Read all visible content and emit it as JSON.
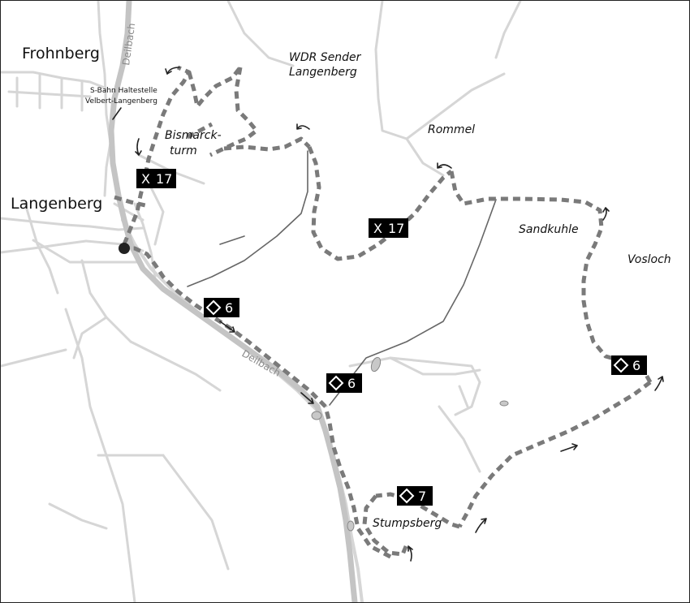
{
  "places": {
    "frohnberg": "Frohnberg",
    "langenberg": "Langenberg",
    "sbahn_line1": "S-Bahn Haltestelle",
    "sbahn_line2": "Velbert-Langenberg",
    "wdr_line1": "WDR Sender",
    "wdr_line2": "Langenberg",
    "bismarck_line1": "Bismarck-",
    "bismarck_line2": "turm",
    "rommel": "Rommel",
    "sandkuhle": "Sandkuhle",
    "vosloch": "Vosloch",
    "stumpsberg": "Stumpsberg"
  },
  "rivers": {
    "deilbach_north": "Deilbach",
    "deilbach_south": "Deilbach"
  },
  "trail_signs": [
    {
      "symbol": "X",
      "number": "17"
    },
    {
      "symbol": "X",
      "number": "17"
    },
    {
      "symbol": "diamond",
      "number": "6"
    },
    {
      "symbol": "diamond",
      "number": "6"
    },
    {
      "symbol": "diamond",
      "number": "6"
    },
    {
      "symbol": "diamond",
      "number": "7"
    }
  ],
  "colors": {
    "trail": "#7a7a7a",
    "road": "#d8d8d8",
    "river": "#bdbdbd",
    "track": "#666666",
    "sign_bg": "#000000",
    "sign_fg": "#ffffff"
  },
  "icons": {
    "start_point": "filled-circle",
    "direction": "curved-arrow"
  }
}
